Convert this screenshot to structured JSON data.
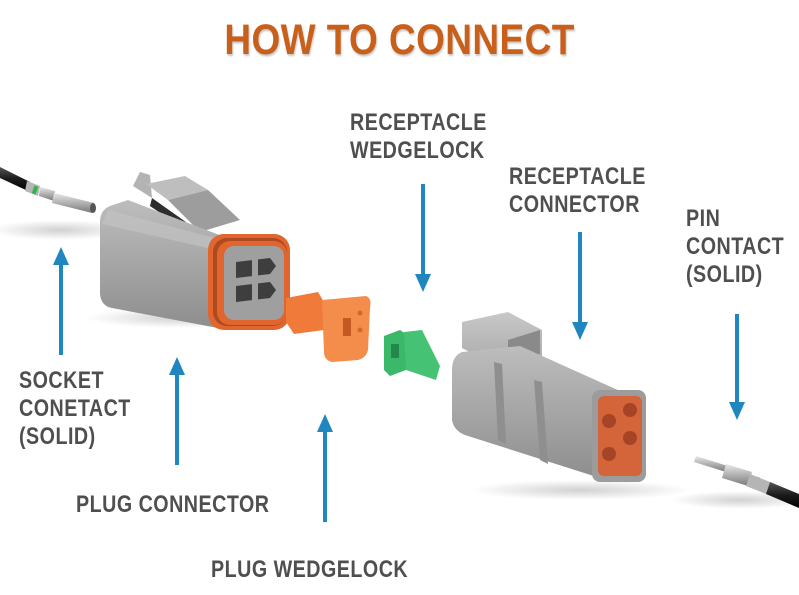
{
  "title": "HOW TO CONNECT",
  "colors": {
    "title": "#c8601c",
    "label_text": "#4f4f4f",
    "arrow": "#1f86c0",
    "connector_gray": "#a3a3a3",
    "seal_orange": "#e0652e",
    "plug_wedgelock_orange": "#f28a4a",
    "receptacle_wedgelock_green": "#3cb86a",
    "face_orange": "#d4643a"
  },
  "labels": {
    "receptacle_wedgelock": [
      "RECEPTACLE",
      "WEDGELOCK"
    ],
    "receptacle_connector": [
      "RECEPTACLE",
      "CONNECTOR"
    ],
    "pin_contact": [
      "PIN",
      "CONTACT",
      "(SOLID)"
    ],
    "socket_contact": [
      "SOCKET",
      "CONETACT",
      "(SOLID)"
    ],
    "plug_connector": [
      "PLUG CONNECTOR"
    ],
    "plug_wedgelock": [
      "PLUG WEDGELOCK"
    ]
  },
  "arrows": [
    {
      "id": "socket-contact-arrow",
      "direction": "up",
      "points_to": "socket contact"
    },
    {
      "id": "plug-connector-arrow",
      "direction": "up",
      "points_to": "plug connector"
    },
    {
      "id": "plug-wedgelock-arrow",
      "direction": "up",
      "points_to": "plug wedgelock"
    },
    {
      "id": "receptacle-wedgelock-arrow",
      "direction": "down",
      "points_to": "receptacle wedgelock"
    },
    {
      "id": "receptacle-connector-arrow",
      "direction": "down",
      "points_to": "receptacle connector"
    },
    {
      "id": "pin-contact-arrow",
      "direction": "down",
      "points_to": "pin contact"
    }
  ],
  "components": [
    {
      "id": "socket-contact",
      "name": "Socket Contact (Solid)"
    },
    {
      "id": "plug-connector",
      "name": "Plug Connector",
      "cavities": 4
    },
    {
      "id": "plug-wedgelock",
      "name": "Plug Wedgelock"
    },
    {
      "id": "receptacle-wedgelock",
      "name": "Receptacle Wedgelock"
    },
    {
      "id": "receptacle-connector",
      "name": "Receptacle Connector",
      "cavities": 4
    },
    {
      "id": "pin-contact",
      "name": "Pin Contact (Solid)"
    }
  ]
}
